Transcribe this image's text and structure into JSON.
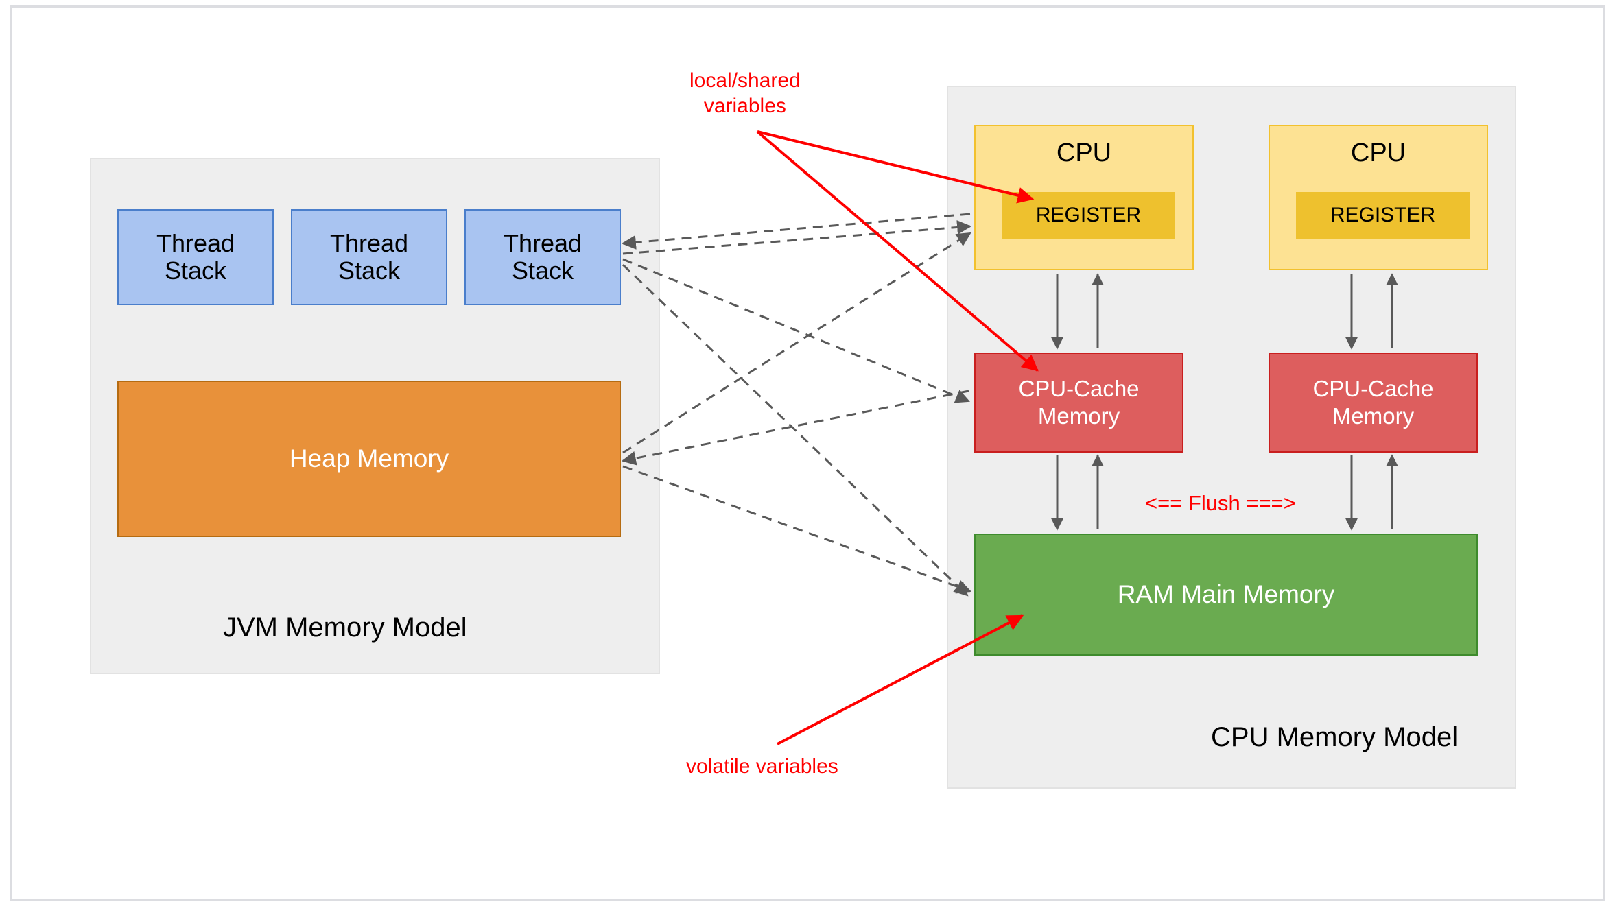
{
  "diagram": {
    "title_left": "JVM Memory Model",
    "title_right": "CPU Memory Model",
    "colors": {
      "thread_stack_fill": "#a9c4f1",
      "thread_stack_stroke": "#4a7ecb",
      "heap_fill": "#e8913a",
      "heap_stroke": "#b56b11",
      "cpu_fill": "#fde293",
      "cpu_stroke": "#f2c12e",
      "register_fill": "#eec12e",
      "cache_fill": "#dd5e5e",
      "cache_stroke": "#c91f1f",
      "ram_fill": "#6aab50",
      "ram_stroke": "#3e8b2d",
      "panel_fill": "#eeeeee",
      "annotation_red": "#ff0000",
      "connector_gray": "#595959"
    }
  },
  "jvm_panel": {
    "label": "JVM Memory Model",
    "thread_stacks": [
      {
        "line1": "Thread",
        "line2": "Stack"
      },
      {
        "line1": "Thread",
        "line2": "Stack"
      },
      {
        "line1": "Thread",
        "line2": "Stack"
      }
    ],
    "heap": {
      "label": "Heap Memory"
    }
  },
  "cpu_panel": {
    "label": "CPU Memory Model",
    "cpus": [
      {
        "label": "CPU",
        "register": "REGISTER"
      },
      {
        "label": "CPU",
        "register": "REGISTER"
      }
    ],
    "caches": [
      {
        "line1": "CPU-Cache",
        "line2": "Memory"
      },
      {
        "line1": "CPU-Cache",
        "line2": "Memory"
      }
    ],
    "ram": {
      "label": "RAM Main Memory"
    }
  },
  "annotations": {
    "local_shared": "local/shared\nvariables",
    "volatile": "volatile variables",
    "flush": "<== Flush ===>"
  }
}
